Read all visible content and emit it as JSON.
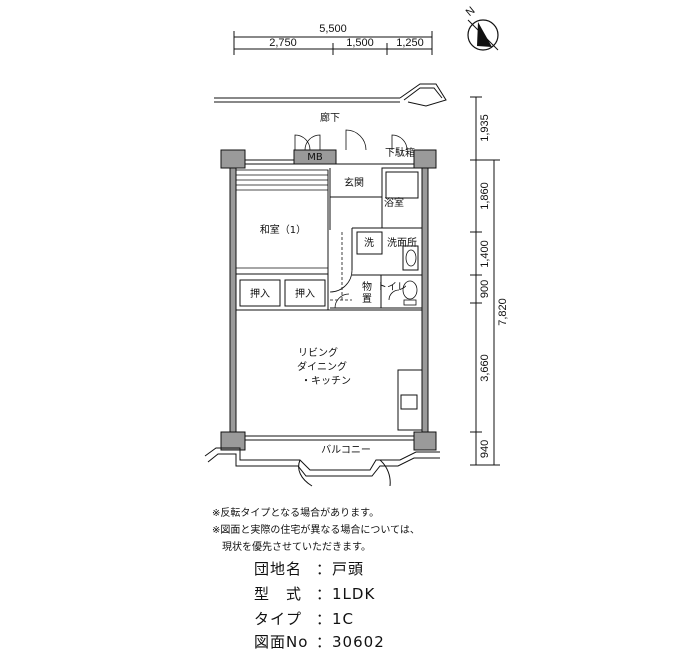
{
  "dimensions": {
    "top_total": "5,500",
    "top_parts": [
      "2,750",
      "1,500",
      "1,250"
    ],
    "right_parts": [
      "1,935",
      "1,860",
      "1,400",
      "900",
      "3,660",
      "940"
    ],
    "right_total": "7,820"
  },
  "compass": {
    "label": "N"
  },
  "rooms": {
    "corridor": "廊下",
    "mb": "MB",
    "shoe": "下駄箱",
    "genkan": "玄関",
    "bath": "浴室",
    "washer": "洗",
    "washroom": "洗面所",
    "washitsu": "和室（1）",
    "oshiire1": "押入",
    "oshiire2": "押入",
    "storage": "物置",
    "toilet": "トイレ",
    "ldk_line1": "リビング",
    "ldk_line2": "ダイニング",
    "ldk_line3": "・キッチン",
    "balcony": "バルコニー"
  },
  "notes": [
    "※反転タイプとなる場合があります。",
    "※図面と実際の住宅が異なる場合については、",
    "　現状を優先させていただきます。"
  ],
  "info": {
    "name_key": "団地名",
    "name_val": "戸頭",
    "type_key": "型　式",
    "type_val": "1LDK",
    "kind_key": "タイプ",
    "kind_val": "1C",
    "no_key": "図面No",
    "no_val": "30602",
    "sep": "："
  }
}
